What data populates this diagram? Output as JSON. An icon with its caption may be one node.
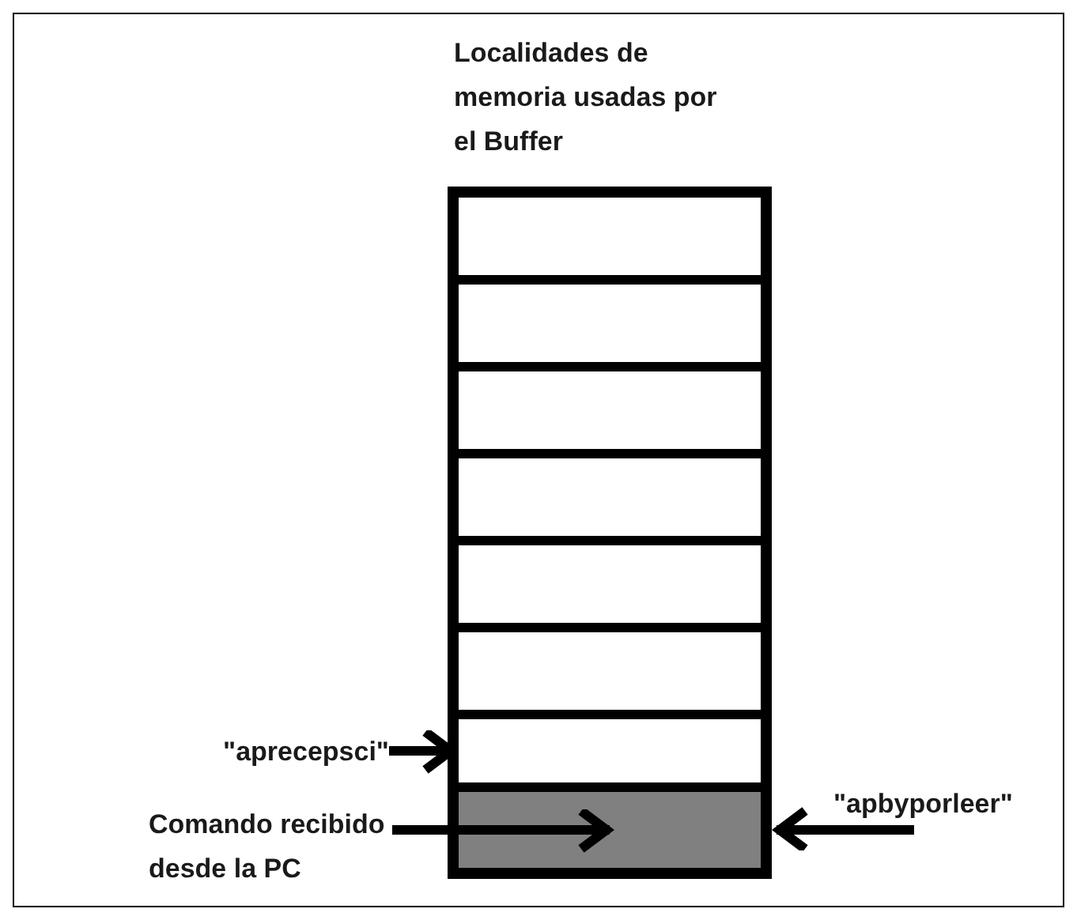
{
  "diagram": {
    "nodes": [
      {
        "text": [
          "Localidades de memoria usadas por el Buffer"
        ]
      },
      {
        "text": [],
        "shape": "box",
        "in": 0
      },
      {
        "text": [],
        "shape": "box",
        "in": 0
      },
      {
        "text": [],
        "shape": "box",
        "in": 0
      },
      {
        "text": [],
        "shape": "box",
        "in": 0
      },
      {
        "text": [],
        "shape": "box",
        "in": 0
      },
      {
        "text": [],
        "shape": "box",
        "in": 0
      },
      {
        "text": [],
        "shape": "box",
        "in": 0
      },
      {
        "text": [],
        "shape": "box",
        "in": 0
      },
      {
        "text": [
          "\"aprecepsci\""
        ]
      },
      {
        "text": [
          "Comando recibido desde la PC"
        ]
      },
      {
        "text": [
          "\"apbyporleer\""
        ]
      }
    ],
    "edges": [
      {
        "from": 9,
        "to": 7,
        "arrow": "to"
      },
      {
        "from": 10,
        "to": 8,
        "arrow": "to"
      },
      {
        "from": 11,
        "to": 8,
        "arrow": "to"
      }
    ]
  }
}
